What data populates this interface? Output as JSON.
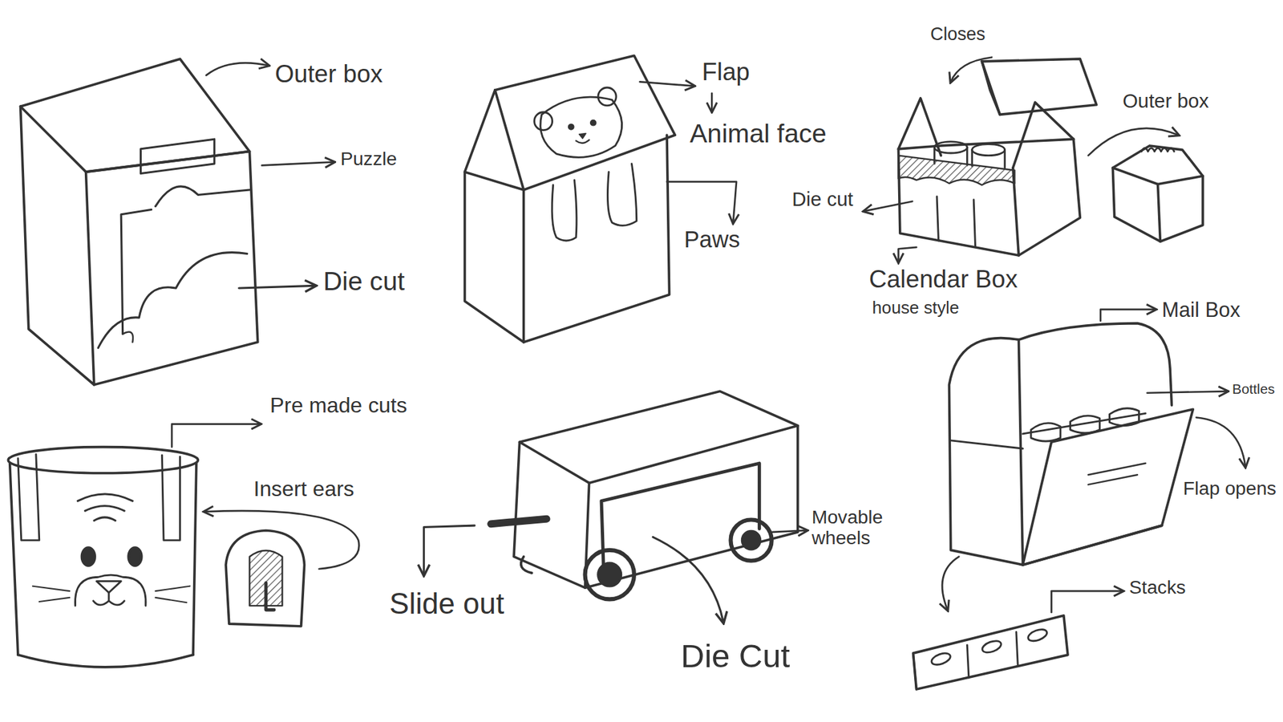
{
  "diagram": {
    "labels": [
      "Outer box",
      "Puzzle",
      "Die cut",
      "Flap",
      "Animal face",
      "Paws",
      "Closes",
      "Outer box",
      "Die cut",
      "Calendar Box",
      "house style",
      "Mail Box",
      "Pre made cuts",
      "Insert ears",
      "Bottles",
      "Flap opens",
      "Movable wheels",
      "Slide out",
      "Stacks",
      "Die Cut"
    ]
  }
}
